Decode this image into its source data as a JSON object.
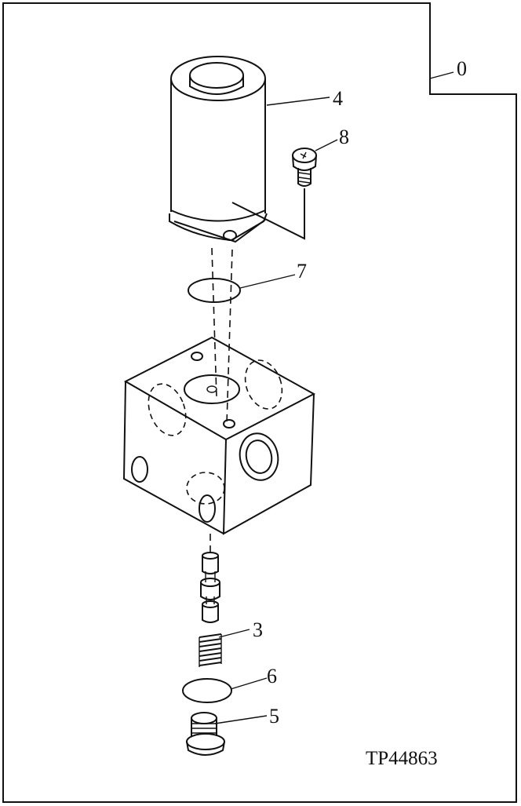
{
  "figure_id": "TP44863",
  "callouts": [
    {
      "label": "0"
    },
    {
      "label": "4"
    },
    {
      "label": "8"
    },
    {
      "label": "7"
    },
    {
      "label": "3"
    },
    {
      "label": "6"
    },
    {
      "label": "5"
    }
  ]
}
